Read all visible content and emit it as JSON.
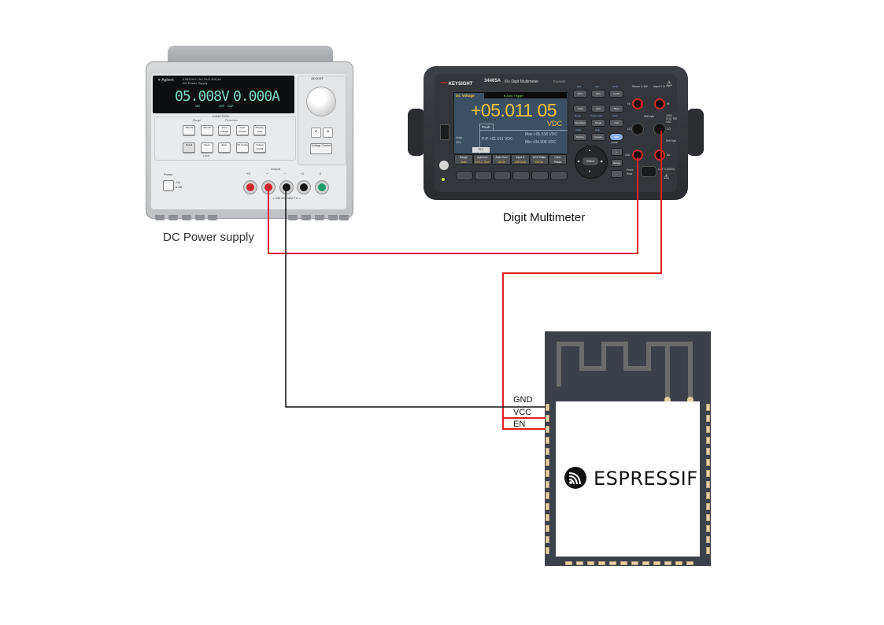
{
  "diagram": {
    "type": "wiring-diagram",
    "components": [
      {
        "id": "psu",
        "label": "DC Power supply"
      },
      {
        "id": "dmm",
        "label": "Digit Multimeter"
      },
      {
        "id": "esp",
        "label": "ESPRESSIF"
      }
    ],
    "connections": [
      {
        "from": "psu.output_plus",
        "to": "dmm.i_10a_terminal",
        "color": "#e02020"
      },
      {
        "from": "dmm.lo_terminal",
        "to": "esp.VCC",
        "color": "#e02020"
      },
      {
        "from": "dmm.lo_terminal",
        "to": "esp.EN",
        "color": "#e02020"
      },
      {
        "from": "psu.output_minus",
        "to": "esp.GND",
        "color": "#111111"
      }
    ],
    "colors": {
      "positive_wire": "#e02020",
      "ground_wire": "#111111",
      "module_body": "#3c4049",
      "pad": "#e6d2a8"
    }
  },
  "psu": {
    "label": "DC Power supply",
    "brand": "Agilent",
    "model": "E3632A",
    "model_sub": "DC Power Supply",
    "rating": "0-15V,7A/0-30V,4A",
    "voltage_readout": "05.008V",
    "current_readout": "0.000A",
    "indicators": [
      "15V",
      "OVP",
      "OCP"
    ],
    "adjust_label": "ADJUST",
    "function_label": "FUNCTION",
    "range_label": "Range",
    "protection_label": "Protection",
    "buttons_row1": [
      "15V,7A",
      "30V,4A",
      "Over Voltage",
      "Over Current",
      "Display Limit"
    ],
    "buttons_row2": [
      "Recall",
      "Store",
      "Error",
      "I/O Config",
      "Output On/Off"
    ],
    "local_label": "Local",
    "left_btn": "<",
    "right_btn": ">",
    "vc_button": "Voltage Current",
    "power_label": "Power",
    "power_on": "On",
    "power_off": "Off",
    "output_label": "Output",
    "terminal_labels": [
      "+S",
      "+",
      "−",
      "−S",
      "⏚"
    ],
    "warning_text": "⚠ 240 VDC MAX TO ⊥"
  },
  "dmm": {
    "label": "Digit Multimeter",
    "brand": "KEYSIGHT",
    "model": "34465A",
    "title": "6½ Digit Multimeter",
    "truevolt": "Truevolt",
    "tab": "DC Voltage",
    "trigger": "● Auto Trigger",
    "reading": "+05.011 05",
    "unit": "VDC",
    "peak_tab": "Peak",
    "pp": "P-P:+01.011 VDC",
    "max": "Max:+05.518 VDC",
    "min": "Min:+04.506 VDC",
    "range_auto": "Auto",
    "range_val": "10V",
    "plc": "PLC",
    "softkeys": [
      {
        "title": "Range",
        "value": "Auto"
      },
      {
        "title": "Aperture",
        "value": "NPLC Time"
      },
      {
        "title": "Auto Zero",
        "value": "Off On"
      },
      {
        "title": "Input Z",
        "value": "10M Auto"
      },
      {
        "title": "DCV Ratio",
        "value": "Off On"
      },
      {
        "title": "Clear",
        "value": "Peaks"
      }
    ],
    "keys": [
      {
        "top": "DCI",
        "label": "DCV"
      },
      {
        "top": "ACI",
        "label": "ACV"
      },
      {
        "top": "Temp",
        "label": "Ω 2W"
      },
      {
        "top": "",
        "label": "Freq"
      },
      {
        "top": "",
        "label": "Cont"
      },
      {
        "top": "",
        "label": "Temp"
      },
      {
        "top": "Reset",
        "label": "Run/Stop"
      },
      {
        "top": "Probe Hold",
        "label": "Single"
      },
      {
        "top": "Math",
        "label": "Null"
      },
      {
        "top": "Utility",
        "label": "Display"
      },
      {
        "top": "Help",
        "label": "Acquire"
      },
      {
        "top": "",
        "label": "Shift"
      }
    ],
    "local_label": "Local",
    "plus": "+",
    "minus": "−",
    "range_key": "Range",
    "select": "Select",
    "sense_label": "Sense Ω 4W",
    "input_label": "Input V Ω ⊣⊢",
    "hi": "HI",
    "lo": "LO",
    "amp_10": "10A",
    "amp_3": "3A",
    "ratings": [
      "300 Vpk",
      "1000 VDC 750 VAC",
      "500 Vpk"
    ],
    "front_rear": [
      "Front",
      "Rear"
    ],
    "cat": "CAT II (300V)"
  },
  "esp": {
    "logo_text": "ESPRESSIF",
    "pins": {
      "gnd": "GND",
      "vcc": "VCC",
      "en": "EN"
    }
  }
}
